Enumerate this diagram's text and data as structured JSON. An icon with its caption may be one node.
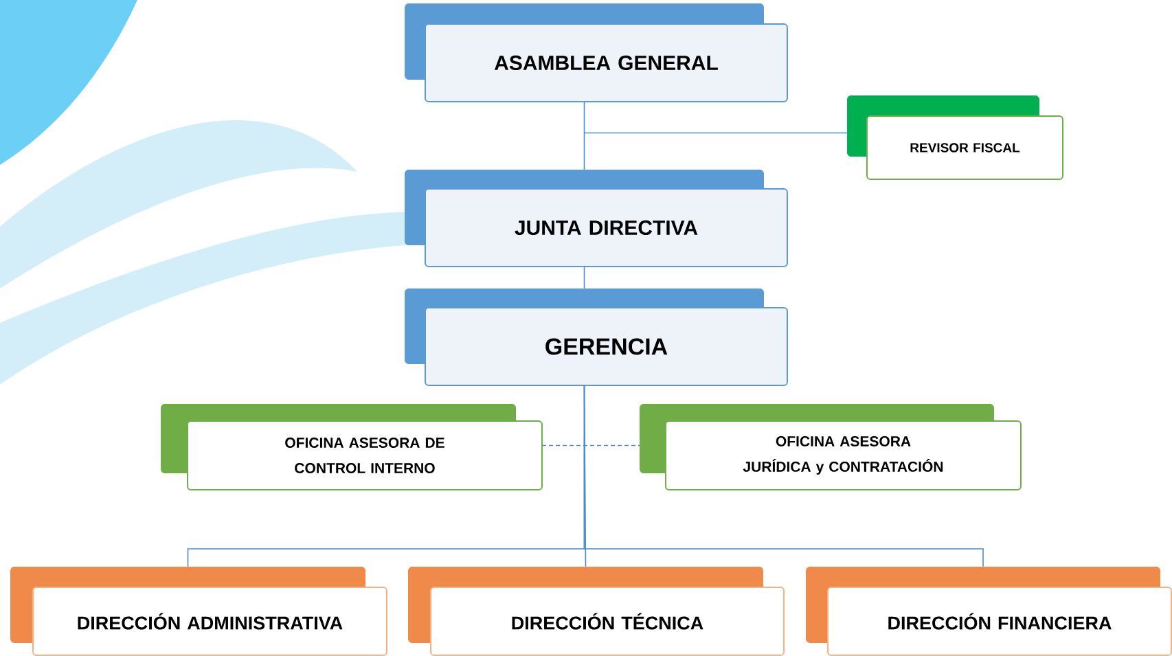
{
  "diagram": {
    "nodes": [
      {
        "text": [
          "ASAMBLEA GENERAL"
        ]
      },
      {
        "text": [
          "REVISOR FISCAL"
        ]
      },
      {
        "text": [
          "JUNTA DIRECTIVA"
        ]
      },
      {
        "text": [
          "GERENCIA"
        ]
      },
      {
        "text": [
          "OFICINA ASESORA DE CONTROL INTERNO"
        ]
      },
      {
        "text": [
          "OFICINA ASESORA JURÍDICA y CONTRATACIÓN"
        ]
      },
      {
        "text": [
          "DIRECCIÓN ADMINISTRATIVA"
        ]
      },
      {
        "text": [
          "DIRECCIÓN TÉCNICA"
        ]
      },
      {
        "text": [
          "DIRECCIÓN FINANCIERA"
        ]
      }
    ],
    "edges": [
      {
        "from": 0,
        "to": 2,
        "arrow": "none"
      },
      {
        "from": 0,
        "to": 1,
        "arrow": "none"
      },
      {
        "from": 2,
        "to": 3,
        "arrow": "none"
      },
      {
        "from": 4,
        "to": 5,
        "arrow": "none",
        "style": "dashed"
      },
      {
        "from": 3,
        "to": 6,
        "arrow": "none"
      },
      {
        "from": 3,
        "to": 7,
        "arrow": "none"
      },
      {
        "from": 3,
        "to": 8,
        "arrow": "none"
      }
    ]
  }
}
